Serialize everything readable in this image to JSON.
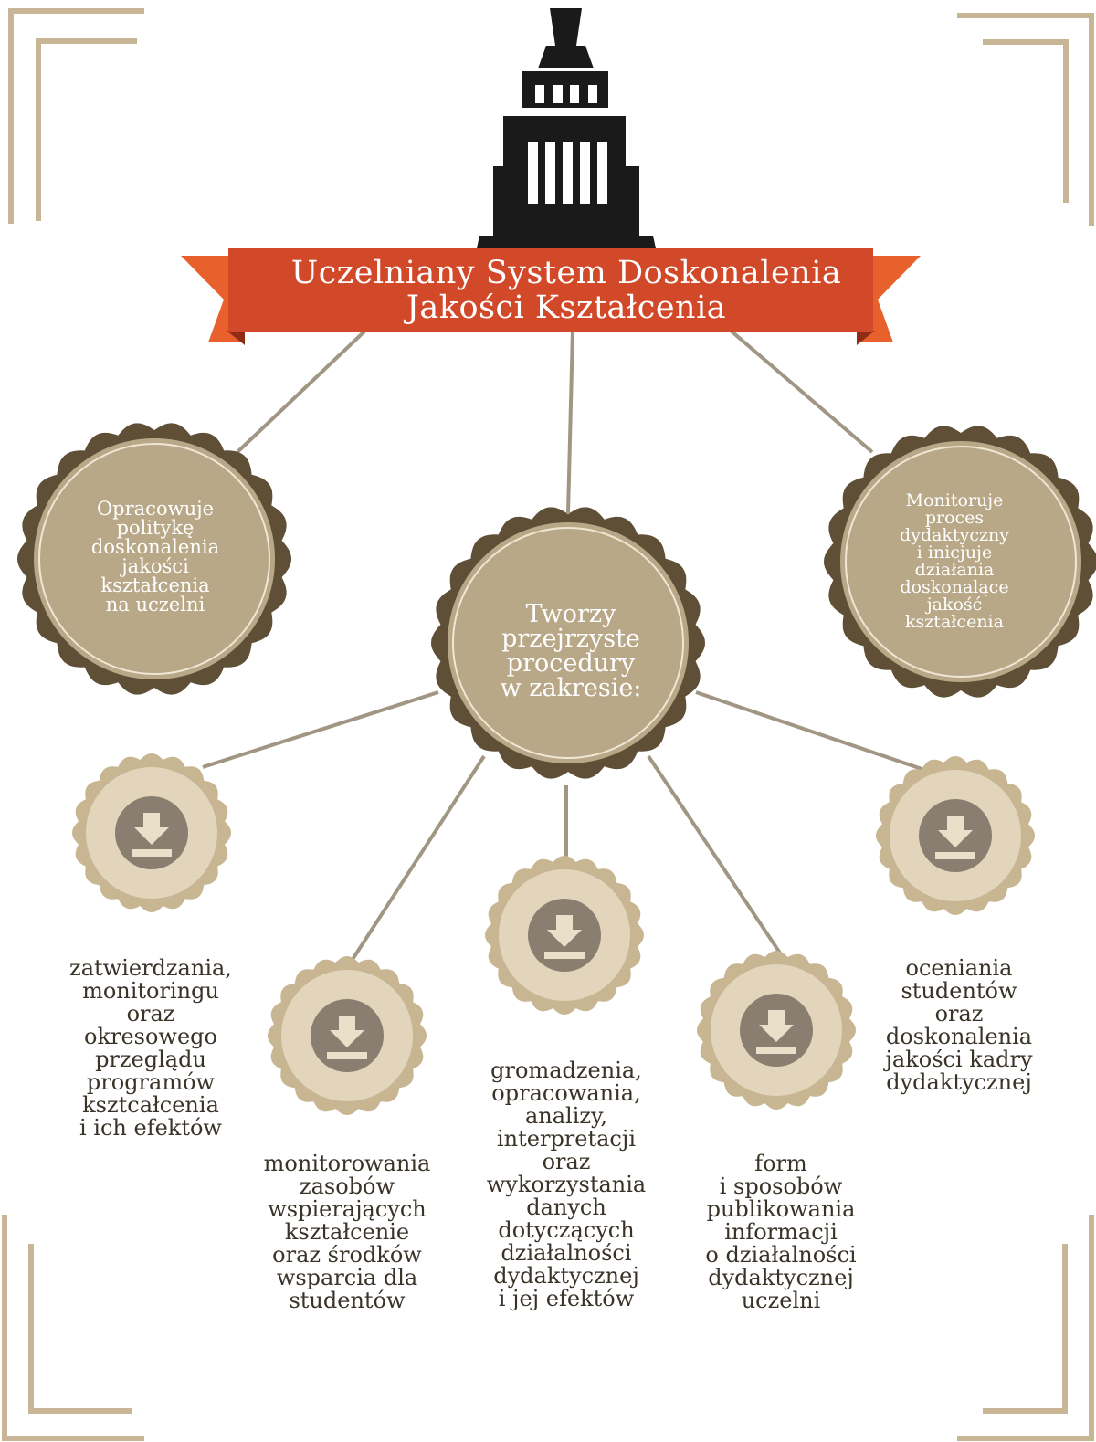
{
  "title": {
    "line1": "Uczelniany System Doskonalenia",
    "line2": "Jakości Kształcenia"
  },
  "circles": {
    "left": [
      "Opracowuje",
      "politykę",
      "doskonalenia",
      "jakości",
      "kształcenia",
      "na uczelni"
    ],
    "center": [
      "Tworzy",
      "przejrzyste",
      "procedury",
      "w zakresie:"
    ],
    "right": [
      "Monitoruje",
      "proces",
      "dydaktyczny",
      "i inicjuje",
      "działania",
      "doskonalące",
      "jakość",
      "kształcenia"
    ]
  },
  "procedures": [
    {
      "icon": "download-icon",
      "lines": [
        "zatwierdzania,",
        "monitoringu",
        "oraz",
        "okresowego",
        "przeglądu",
        "programów",
        "ksztcałcenia",
        "i ich efektów"
      ]
    },
    {
      "icon": "download-icon",
      "lines": [
        "monitorowania",
        "zasobów",
        "wspierających",
        "kształcenie",
        "oraz środków",
        "wsparcia dla",
        "studentów"
      ]
    },
    {
      "icon": "download-icon",
      "lines": [
        "gromadzenia,",
        "opracowania,",
        "analizy,",
        "interpretacji",
        "oraz",
        "wykorzystania",
        "danych",
        "dotyczących",
        "działalności",
        "dydaktycznej",
        "i jej efektów"
      ]
    },
    {
      "icon": "download-icon",
      "lines": [
        "form",
        "i sposobów",
        "publikowania",
        "informacji",
        "o działalności",
        "dydaktycznej",
        "uczelni"
      ]
    },
    {
      "icon": "download-icon",
      "lines": [
        "oceniania",
        "studentów",
        "oraz",
        "doskonalenia",
        "jakości kadry",
        "dydaktycznej"
      ]
    }
  ],
  "colors": {
    "frame": "#c7b595",
    "ribbon": "#d2492a",
    "ribbon_end": "#e8602c",
    "ribbon_fold": "#8e2c16",
    "building": "#1a1a1a",
    "dark_badge": "#5e4f36",
    "badge_fill": "#b9a888",
    "light_badge": "#c8b693",
    "light_badge_fill": "#e2d5bc",
    "icon_fill": "#8a7e70",
    "icon_glyph": "#eadfc9",
    "connector": "#a09683",
    "text_dark": "#3a3328"
  }
}
